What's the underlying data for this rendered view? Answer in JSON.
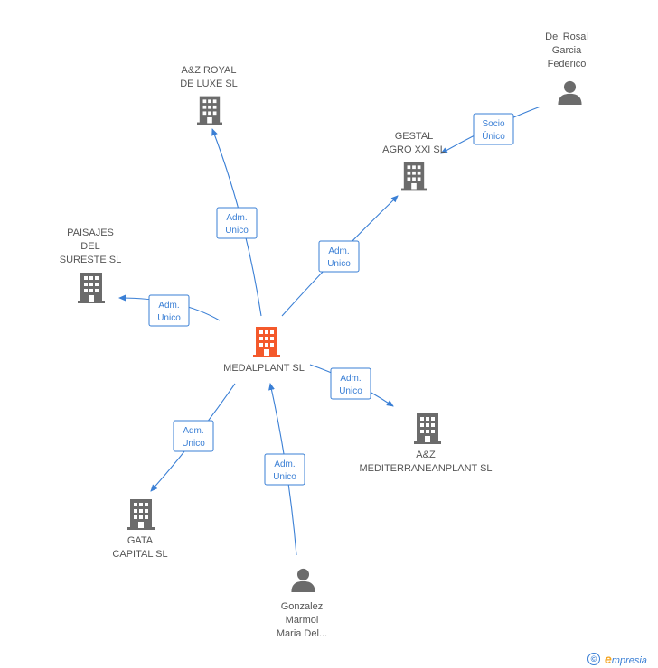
{
  "diagram": {
    "center": {
      "id": "medalplant",
      "label": "MEDALPLANT SL",
      "icon": "building-icon",
      "color": "#f4592b"
    },
    "nodes": [
      {
        "id": "az-royal",
        "kind": "company",
        "icon": "building-icon",
        "label_lines": [
          "A&Z ROYAL",
          "DE LUXE SL"
        ]
      },
      {
        "id": "gestal",
        "kind": "company",
        "icon": "building-icon",
        "label_lines": [
          "GESTAL",
          "AGRO XXI SL"
        ]
      },
      {
        "id": "paisajes",
        "kind": "company",
        "icon": "building-icon",
        "label_lines": [
          "PAISAJES",
          "DEL",
          "SURESTE SL"
        ]
      },
      {
        "id": "az-mediterranean",
        "kind": "company",
        "icon": "building-icon",
        "label_lines": [
          "A&Z",
          "MEDITERRANEANPLANT SL"
        ]
      },
      {
        "id": "gata",
        "kind": "company",
        "icon": "building-icon",
        "label_lines": [
          "GATA",
          "CAPITAL SL"
        ]
      },
      {
        "id": "del-rosal",
        "kind": "person",
        "icon": "person-icon",
        "label_lines": [
          "Del Rosal",
          "Garcia",
          "Federico"
        ]
      },
      {
        "id": "gonzalez",
        "kind": "person",
        "icon": "person-icon",
        "label_lines": [
          "Gonzalez",
          "Marmol",
          "Maria Del..."
        ]
      }
    ],
    "edges": [
      {
        "id": "medalplant-azroyal",
        "from": "medalplant",
        "to": "az-royal",
        "label_lines": [
          "Adm.",
          "Unico"
        ]
      },
      {
        "id": "medalplant-gestal",
        "from": "medalplant",
        "to": "gestal",
        "label_lines": [
          "Adm.",
          "Unico"
        ]
      },
      {
        "id": "medalplant-paisajes",
        "from": "medalplant",
        "to": "paisajes",
        "label_lines": [
          "Adm.",
          "Unico"
        ]
      },
      {
        "id": "medalplant-azmed",
        "from": "medalplant",
        "to": "az-mediterranean",
        "label_lines": [
          "Adm.",
          "Unico"
        ]
      },
      {
        "id": "medalplant-gata",
        "from": "medalplant",
        "to": "gata",
        "label_lines": [
          "Adm.",
          "Unico"
        ]
      },
      {
        "id": "gonzalez-medalplant",
        "from": "gonzalez",
        "to": "medalplant",
        "label_lines": [
          "Adm.",
          "Unico"
        ]
      },
      {
        "id": "delrosal-gestal",
        "from": "del-rosal",
        "to": "gestal",
        "label_lines": [
          "Socio",
          "Único"
        ]
      }
    ],
    "colors": {
      "edge": "#3a7fd5",
      "company_icon": "#6b6b6b",
      "person_icon": "#6b6b6b",
      "center_icon": "#f4592b",
      "label_text": "#555555"
    }
  },
  "footer": {
    "copyright_symbol": "©",
    "brand_initial": "e",
    "brand_rest": "mpresia"
  }
}
